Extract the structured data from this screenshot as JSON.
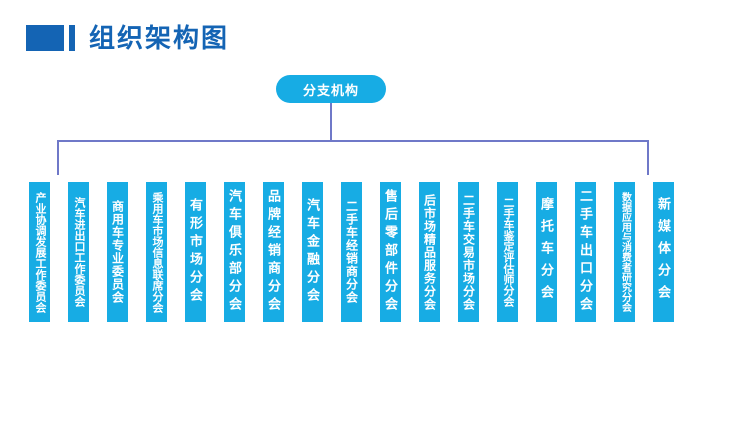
{
  "header": {
    "title": "组织架构图",
    "accent_color": "#1464b4"
  },
  "chart": {
    "node_color": "#17ace4",
    "connector_color": "#6f78c8",
    "root": {
      "label": "分支机构"
    },
    "branches": [
      {
        "label": "产业协调发展工作委员会"
      },
      {
        "label": "汽车进出口工作委员会"
      },
      {
        "label": "商用车专业委员会"
      },
      {
        "label": "乘用车市场信息联席分会"
      },
      {
        "label": "有形市场分会"
      },
      {
        "label": "汽车俱乐部分会"
      },
      {
        "label": "品牌经销商分会"
      },
      {
        "label": "汽车金融分会"
      },
      {
        "label": "二手车经销商分会"
      },
      {
        "label": "售后零部件分会"
      },
      {
        "label": "后市场精品服务分会"
      },
      {
        "label": "二手车交易市场分会"
      },
      {
        "label": "二手车鉴定评估师分会"
      },
      {
        "label": "摩托车分会"
      },
      {
        "label": "二手车出口分会"
      },
      {
        "label": "数据应用与消费者研究分会"
      },
      {
        "label": "新媒体分会"
      }
    ]
  }
}
